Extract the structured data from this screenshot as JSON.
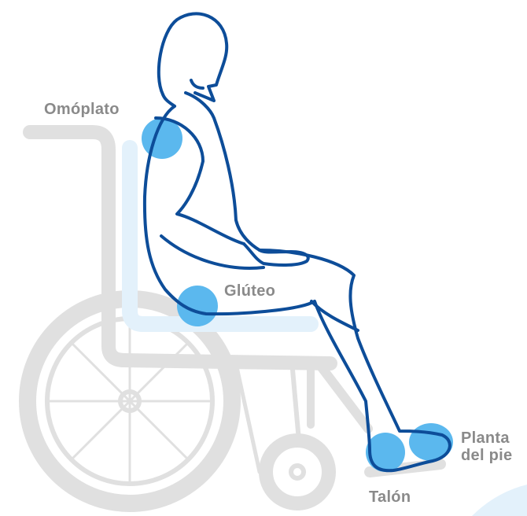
{
  "labels": {
    "shoulder_blade": "Omóplato",
    "buttock": "Glúteo",
    "sole_line1": "Planta",
    "sole_line2": "del pie",
    "heel": "Talón"
  },
  "colors": {
    "outline": "#0d4d99",
    "chair": "#e0e0e0",
    "cushion": "#e3f1fb",
    "pressure_point": "#5bb8ee",
    "label_text": "#8a8a8a"
  },
  "icons": {
    "figure": "seated-person-in-wheelchair",
    "markers": [
      "pressure-point-shoulder-blade",
      "pressure-point-buttock",
      "pressure-point-heel",
      "pressure-point-sole"
    ]
  }
}
